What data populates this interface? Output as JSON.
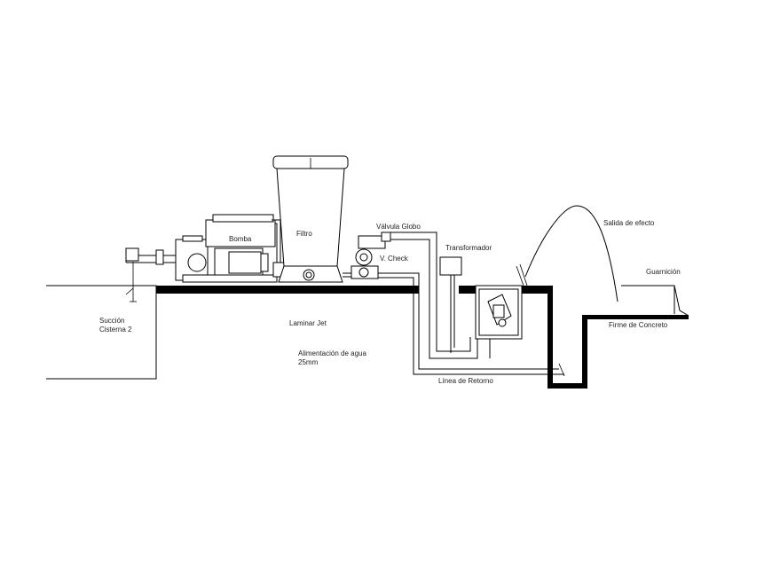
{
  "labels": {
    "succion": "Succión",
    "cisterna": "Cisterna 2",
    "bomba": "Bomba",
    "filtro": "Filtro",
    "valvula_globo": "Válvula Globo",
    "v_check": "V. Check",
    "transformador": "Transformador",
    "laminar_jet": "Laminar Jet",
    "alimentacion": "Alimentación de agua",
    "alimentacion_medida": "25mm",
    "linea_retorno": "Línea de Retorno",
    "salida_efecto": "Salida de efecto",
    "guarnicion": "Guarnición",
    "firme_concreto": "Firme de Concreto"
  }
}
